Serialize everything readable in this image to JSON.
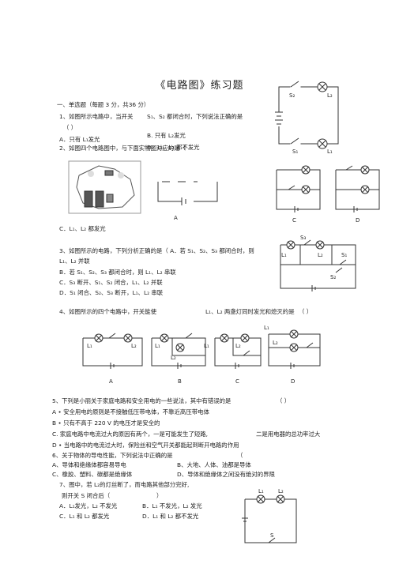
{
  "title": "《电路图》练习题",
  "section1": "一、单选题（每题 3 分，共36 分）",
  "q1": {
    "stem": "1、如图所示电路中，当开关",
    "stem2": "S₁、S₂ 都闭合时，下列说法正确的是",
    "paren": "（ ）",
    "a": "A．只有 L₁发光",
    "b": "B. 只有 L₂发光",
    "d": "D、L₁、L₂ 都不发光",
    "labels": {
      "s2": "S₂",
      "l2": "L₂",
      "s1": "S₁",
      "l1": "L₁"
    }
  },
  "q2": {
    "stem": "2、如图四个电路图中，与下面实物图对应的是（",
    "c": "C．L₁、L₂ 都发光",
    "fig_a": "A",
    "fig_c": "C",
    "fig_d": "D"
  },
  "q3": {
    "stem": "3、如图所示的电路，下列分析正确的是（ A．若 S₁、S₂、S₃ 都闭合时，则",
    "stem2": "L₁、L₂ 并联",
    "b": "B．若 S₁、S₂、S₃ 都闭合时，则 L₁、L₂ 串联",
    "c": "C．S₃ 断开、S₁、S₂ 闭合，L₁、L₂ 并联",
    "d": "D．S₁ 闭合、S₂、S₃ 断开，L₁、L₂ 串联",
    "labels": {
      "s3": "S₃",
      "l1": "L₁",
      "l2": "L₂",
      "s1": "S₁",
      "s2": "S₂"
    }
  },
  "q4": {
    "stem": "4、如图所示的四个电路中，开关能使",
    "stem2": "L₁、L₂ 两盏灯同时发光和熄灭的是",
    "paren": "（ ）",
    "labels": [
      "A",
      "B",
      "C",
      "D"
    ],
    "lamp1": "L₁",
    "lamp2": "L₂"
  },
  "q5": {
    "stem": "5、下列是小丽关于家庭电路和安全用电的一些说法，其中有错误的是",
    "paren": "（ ）",
    "a": "A • 安全用电的原则是不接触低压带电体，不靠近高压带电体",
    "b": "B • 只有不高于 220 V 的电压才是安全的",
    "c": "C. 家庭电路中电流过大的原因有两个，一是可能发生了短路,",
    "c2": "二是用电器的总功率过大",
    "d": "D • 当电路中的电流过大时，保险丝和空气开关都能起到断开电路的作用"
  },
  "q6": {
    "stem": "6、关于物体的导电性能，下列说法中正确的是",
    "paren": "（",
    "a": "A、导体和绝缘体都容易导电",
    "b": "B、大地、人体、油都是导体",
    "c": "C、橡胶、塑料、碳都是绝缘体",
    "d": "D、导体和绝缘体之间没有绝对的界限"
  },
  "q7": {
    "stem": "7、图中，若 L₂的灯丝断了，而电路其他部分完好,",
    "stem2": "则开关 S 闭合后（",
    "paren": "）",
    "a": "A．L₁发光，L₂ 不发光",
    "b": "B．L₁ 不发光，L₂ 发光",
    "c": "C．L₁ 和 L₂ 都发光",
    "d": "D．L₁ 和 L₂ 都不发光",
    "labels": {
      "l1": "L₁",
      "l2": "L₂",
      "s": "S"
    }
  }
}
